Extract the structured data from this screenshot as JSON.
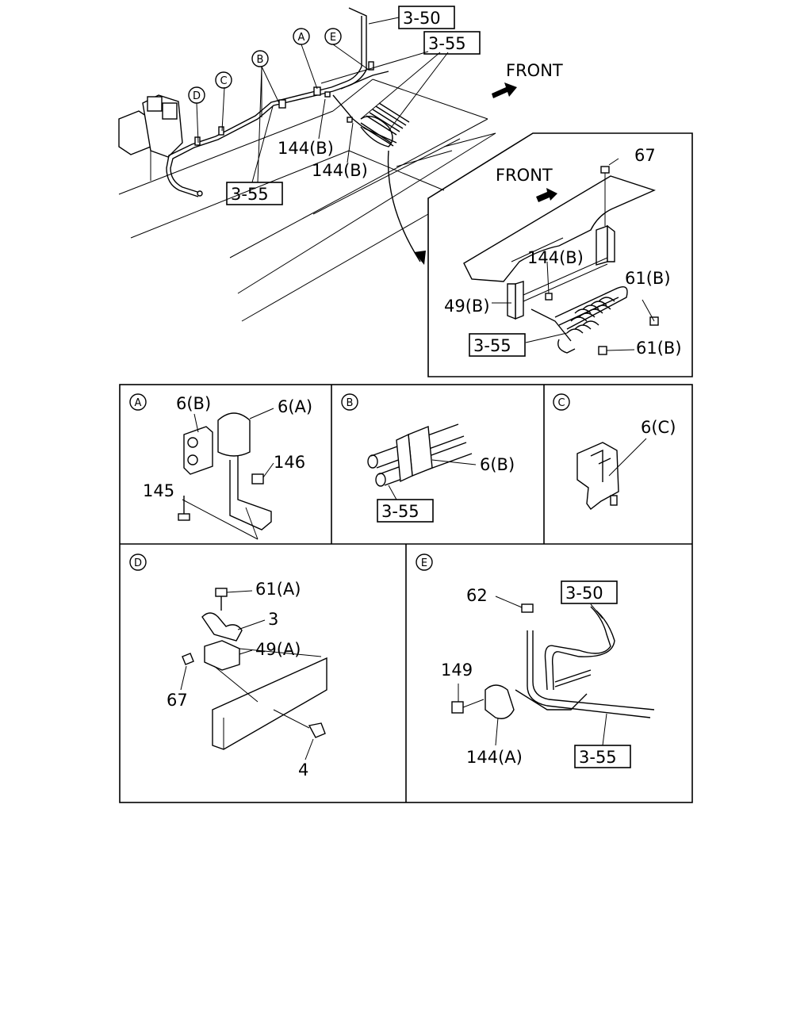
{
  "top_view": {
    "ref_3_50": "3-50",
    "ref_3_55_a": "3-55",
    "ref_3_55_b": "3-55",
    "front": "FRONT",
    "callouts": [
      "A",
      "B",
      "C",
      "D",
      "E"
    ],
    "label_144b_1": "144(B)",
    "label_144b_2": "144(B)"
  },
  "inset_view": {
    "front": "FRONT",
    "label_67": "67",
    "label_144b": "144(B)",
    "label_61b_1": "61(B)",
    "label_49b": "49(B)",
    "ref_3_55": "3-55",
    "label_61b_2": "61(B)"
  },
  "detail_a": {
    "id": "A",
    "label_6b": "6(B)",
    "label_6a": "6(A)",
    "label_146": "146",
    "label_145": "145"
  },
  "detail_b": {
    "id": "B",
    "label_6b": "6(B)",
    "ref_3_55": "3-55"
  },
  "detail_c": {
    "id": "C",
    "label_6c": "6(C)"
  },
  "detail_d": {
    "id": "D",
    "label_61a": "61(A)",
    "label_3": "3",
    "label_49a": "49(A)",
    "label_67": "67",
    "label_4": "4"
  },
  "detail_e": {
    "id": "E",
    "label_62": "62",
    "ref_3_50": "3-50",
    "label_149": "149",
    "label_144a": "144(A)",
    "ref_3_55": "3-55"
  }
}
